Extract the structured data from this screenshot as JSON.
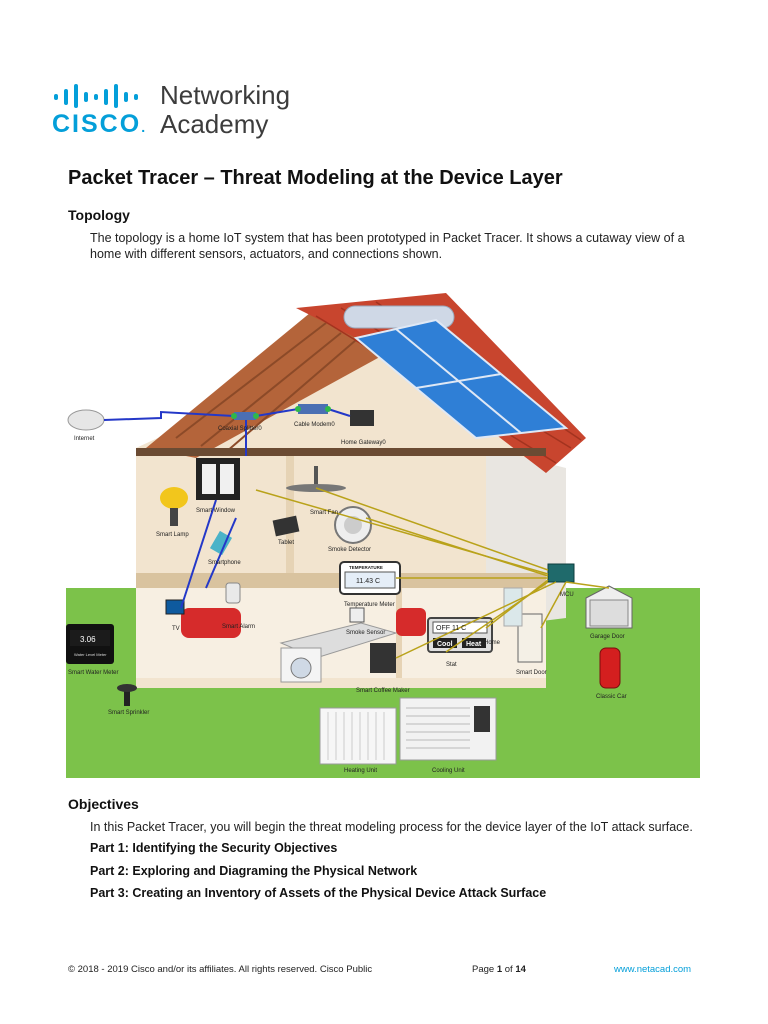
{
  "brand": {
    "cisco": "CISCO",
    "dot": ".",
    "line1": "Networking",
    "line2": "Academy"
  },
  "document": {
    "title": "Packet Tracer – Threat Modeling at the Device Layer",
    "topology_heading": "Topology",
    "topology_text_1": "The topology is a home IoT system that has been prototyped in Packet Tracer. It shows a cutaway view of a",
    "topology_text_2": "home with different sensors, actuators, and connections shown.",
    "objectives_heading": "Objectives",
    "objectives_text": "In this Packet Tracer, you will begin the threat modeling process for the device layer of the IoT attack surface.",
    "parts": [
      {
        "label": "Part 1:",
        "text": "Identifying the Security Objectives"
      },
      {
        "label": "Part 2:",
        "text": "Exploring and Diagraming the Physical Network"
      },
      {
        "label": "Part 3:",
        "text": "Creating an Inventory of Assets of the Physical Device Attack Surface"
      }
    ]
  },
  "figure_labels": {
    "internet": "Internet",
    "coaxial_splitter": "Coaxial Splitter0",
    "cable_modem": "Cable Modem0",
    "home_gateway": "Home Gateway0",
    "smart_window": "Smart Window",
    "smart_fan": "Smart Fan",
    "smart_lamp": "Smart Lamp",
    "tablet": "Tablet",
    "smoke_detector": "Smoke Detector",
    "smartphone": "Smartphone",
    "temperature_header": "TEMPERATURE",
    "temperature_value": "11.43 C",
    "temperature_meter": "Temperature Meter",
    "mcu": "MCU",
    "tv": "TV",
    "smart_alarm": "Smart Alarm",
    "smoke_sensor": "Smoke Sensor",
    "thermostat_display": "OFF  11 C",
    "cool": "Cool",
    "heat": "Heat",
    "thermostat": "Stat",
    "home": "Home",
    "garage_door": "Garage Door",
    "smart_door": "Smart Door",
    "classic_car": "Classic Car",
    "water_meter_value": "3.06",
    "water_meter_sub": "Water Level Meter",
    "smart_water_meter": "Smart Water Meter",
    "smart_coffee_maker": "Smart Coffee Maker",
    "smart_sprinkler": "Smart Sprinkler",
    "heating_unit": "Heating Unit",
    "cooling_unit": "Cooling Unit"
  },
  "footer": {
    "copyright": "© 2018 - 2019 Cisco and/or its affiliates. All rights reserved. Cisco Public",
    "page_prefix": "Page",
    "page_number": "1",
    "page_of": "of",
    "page_total": "14",
    "website": "www.netacad.com"
  },
  "colors": {
    "cisco_blue": "#049fd9",
    "roof": "#c8452e",
    "grass": "#7cc24a",
    "wall": "#f2e4cf",
    "wire_blue": "#2438c8",
    "wire_yellow": "#b9a21a"
  }
}
